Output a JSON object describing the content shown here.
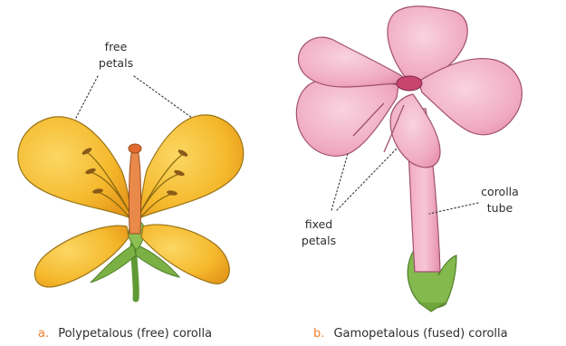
{
  "diagram": {
    "left": {
      "letter": "a.",
      "caption": "Polypetalous (free) corolla",
      "label_free_1": "free",
      "label_free_2": "petals"
    },
    "right": {
      "letter": "b.",
      "caption": "Gamopetalous (fused) corolla",
      "label_fixed_1": "fixed",
      "label_fixed_2": "petals",
      "label_tube_1": "corolla",
      "label_tube_2": "tube"
    },
    "colors": {
      "yellow_petal": "#f7c13c",
      "pink_petal": "#f2b3c8",
      "stem_green": "#6ea63a",
      "accent": "#ef7d2a"
    }
  }
}
